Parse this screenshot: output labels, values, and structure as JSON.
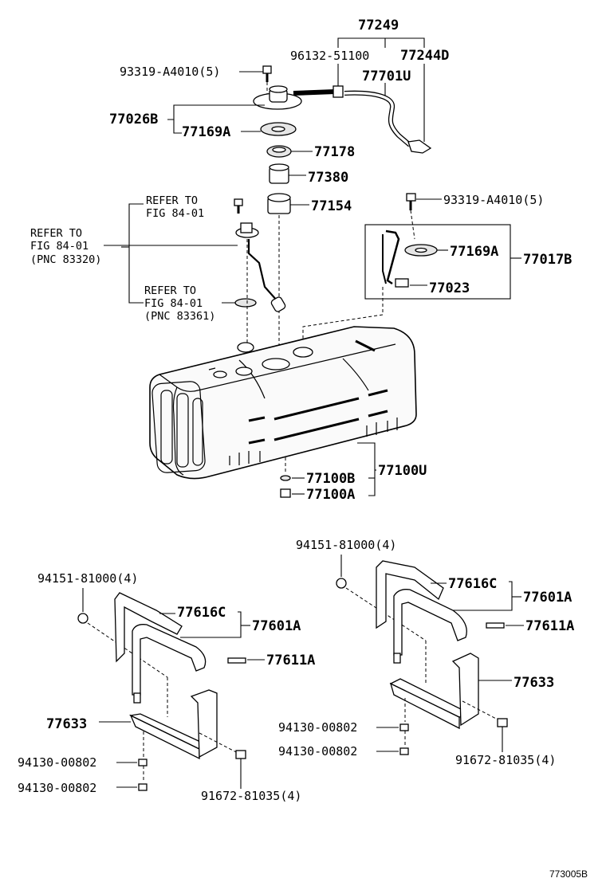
{
  "diagram": {
    "code": "773005B",
    "labels": {
      "p77249": "77249",
      "p96132": "96132-51100",
      "p77244D": "77244D",
      "p77701U": "77701U",
      "p93319_top": "93319-A4010(5)",
      "p77026B": "77026B",
      "p77169A_top": "77169A",
      "p77178": "77178",
      "p77380": "77380",
      "p77154": "77154",
      "refer1_a": "REFER TO",
      "refer1_b": "FIG 84-01",
      "refer2_a": "REFER TO",
      "refer2_b": "FIG 84-01",
      "refer2_c": "(PNC 83320)",
      "refer3_a": "REFER TO",
      "refer3_b": "FIG 84-01",
      "refer3_c": "(PNC 83361)",
      "p93319_right": "93319-A4010(5)",
      "p77169A_right": "77169A",
      "p77017B": "77017B",
      "p77023": "77023",
      "p77100U": "77100U",
      "p77100B": "77100B",
      "p77100A": "77100A",
      "p94151_right": "94151-81000(4)",
      "p94151_left": "94151-81000(4)",
      "p77616C_right": "77616C",
      "p77601A_right": "77601A",
      "p77611A_right": "77611A",
      "p77633_right": "77633",
      "p94130_r1": "94130-00802",
      "p94130_r2": "94130-00802",
      "p91672_right": "91672-81035(4)",
      "p77616C_left": "77616C",
      "p77601A_left": "77601A",
      "p77611A_left": "77611A",
      "p77633_left": "77633",
      "p94130_l1": "94130-00802",
      "p94130_l2": "94130-00802",
      "p91672_left": "91672-81035(4)"
    }
  }
}
